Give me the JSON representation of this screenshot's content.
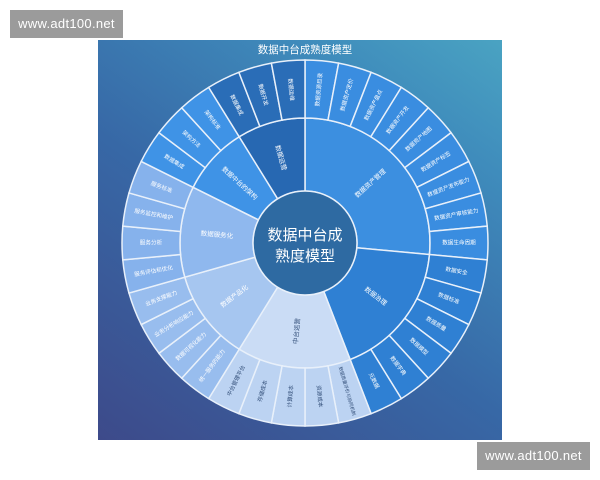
{
  "watermark": "www.adt100.net",
  "diagram": {
    "title": "数据中台成熟度模型",
    "center_line1": "数据中台成",
    "center_line2": "熟度模型",
    "center_color": "#2e6aa2",
    "groups": [
      {
        "label": "数据资产管理",
        "color": "#3c8fe0",
        "outer_color": "#3a8de0",
        "children": [
          "数据资源目录",
          "数据资产定价",
          "数据资产盘点",
          "数据资产开发",
          "数据资产地图",
          "数据资产标签",
          "数据资产发布能力",
          "数据资产审核能力",
          "数据生命周期"
        ]
      },
      {
        "label": "数据治理",
        "color": "#2f80d3",
        "outer_color": "#2f80d3",
        "children": [
          "数据安全",
          "数据标准",
          "数据质量",
          "数据模型",
          "数据字典",
          "元数据"
        ]
      },
      {
        "label": "中台运营",
        "color": "#cadcf5",
        "outer_color": "#bcd3f2",
        "dark_text": true,
        "children": [
          "数据质量评价与协同机制",
          "资源成本",
          "计算成本",
          "存储成本",
          "中台管理平台"
        ]
      },
      {
        "label": "数据产品化",
        "color": "#a6c6f0",
        "outer_color": "#98bdee",
        "children": [
          "统一服务的能力",
          "数据可视化能力",
          "业务分析响应能力",
          "业务支撑能力"
        ]
      },
      {
        "label": "数据服务化",
        "color": "#8fb8ee",
        "outer_color": "#86b2ec",
        "children": [
          "服务评估和优化",
          "服务分析",
          "服务监控和维护",
          "服务标准"
        ]
      },
      {
        "label": "数据中台的架构",
        "color": "#3f93e6",
        "outer_color": "#3f93e6",
        "children": [
          "数据集成",
          "架构方法",
          "架构标准"
        ]
      },
      {
        "label": "数据运营",
        "color": "#2768b2",
        "outer_color": "#2a6db7",
        "children": [
          "数据集成",
          "数据开发",
          "数据运维"
        ]
      }
    ]
  }
}
